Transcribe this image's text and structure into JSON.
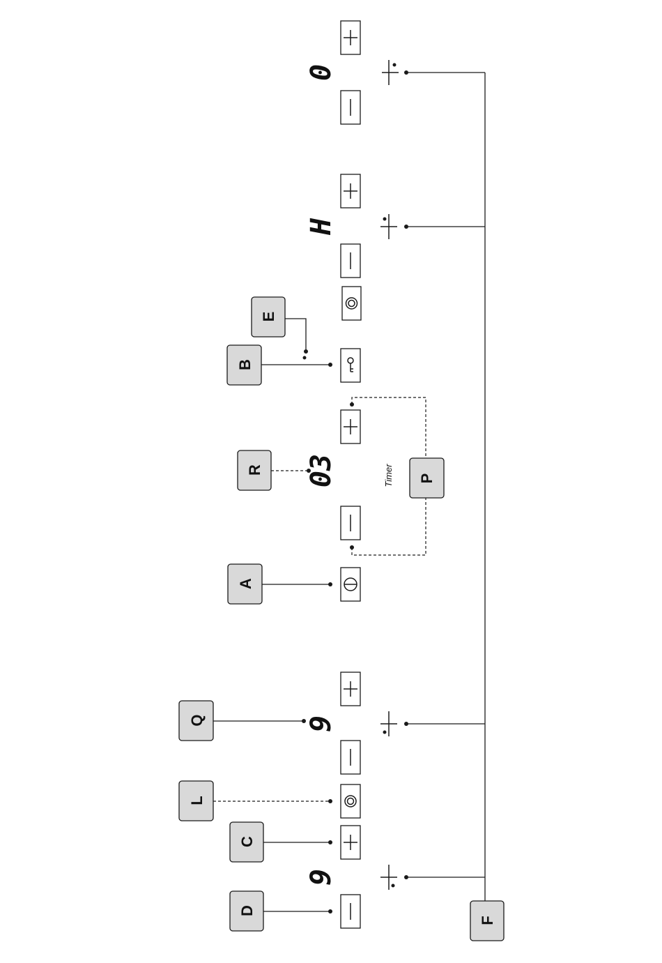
{
  "labels": {
    "A": "A",
    "B": "B",
    "C": "C",
    "D": "D",
    "E": "E",
    "F": "F",
    "L": "L",
    "P": "P",
    "Q": "Q",
    "R": "R"
  },
  "timer_label": "Timer",
  "displays": {
    "zone_front_left": "9",
    "zone_rear_left": "9",
    "timer": "03",
    "zone_rear_right": "H",
    "zone_front_right": "0"
  },
  "icons": {
    "minus": "minus-icon",
    "plus": "plus-icon",
    "on_off": "power-icon",
    "lock": "key-lock-icon",
    "dual_zone": "dual-zone-icon",
    "zone_indicator": "cooking-zone-icon"
  }
}
